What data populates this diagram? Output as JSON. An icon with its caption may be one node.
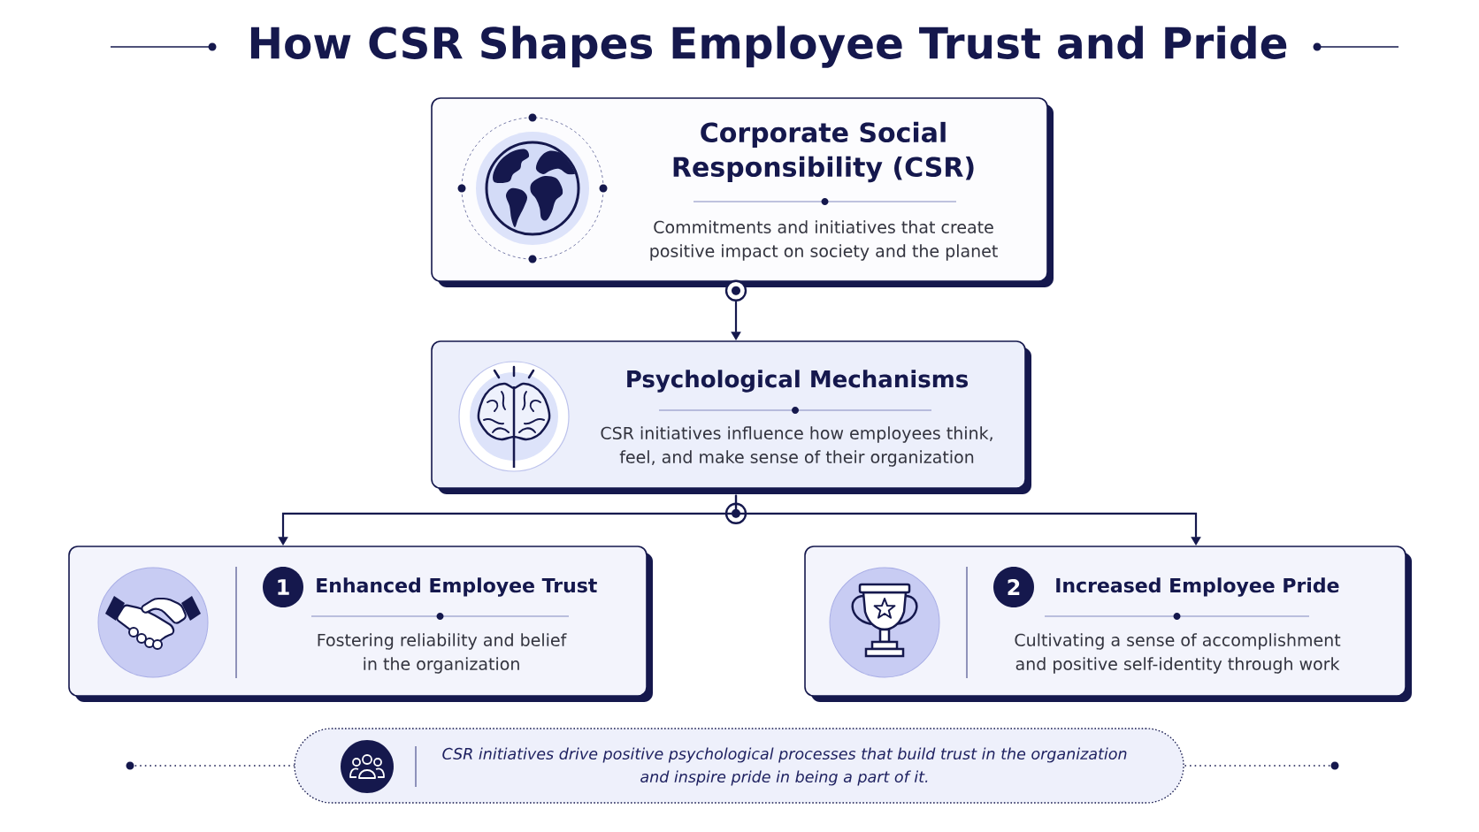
{
  "diagram": {
    "title": "How CSR Shapes Employee Trust and Pride",
    "nodes": [
      {
        "text": [
          "Corporate Social Responsibility (CSR)",
          "Commitments and initiatives that create positive impact on society and the planet"
        ]
      },
      {
        "text": [
          "Psychological Mechanisms",
          "CSR initiatives influence how employees think, feel, and make sense of their organization"
        ]
      },
      {
        "text": [
          "1",
          "Enhanced Employee Trust",
          "Fostering reliability and belief in the organization"
        ]
      },
      {
        "text": [
          "2",
          "Increased Employee Pride",
          "Cultivating a sense of accomplishment and positive self-identity through work"
        ]
      },
      {
        "text": [
          "CSR initiatives drive positive psychological processes that build trust in the organization and inspire pride in being a part of it."
        ]
      }
    ],
    "edges": [
      {
        "from": 0,
        "to": 1,
        "arrow": "to"
      },
      {
        "from": 1,
        "to": 2,
        "arrow": "to"
      },
      {
        "from": 1,
        "to": 3,
        "arrow": "to"
      }
    ]
  }
}
